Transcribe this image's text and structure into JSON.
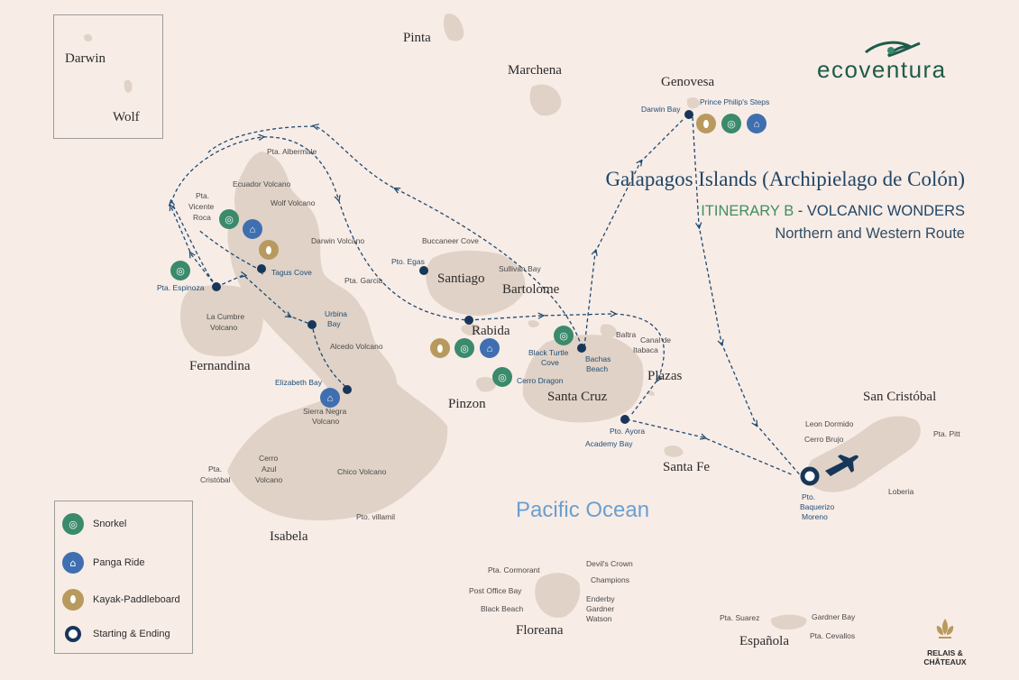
{
  "brand": {
    "logo_text": "ecoventura",
    "colors": {
      "island": "#e0d2c6",
      "route": "#1c4a72",
      "snorkel": "#3a8a6c",
      "panga": "#3f6fb0",
      "kayak": "#b89a5e",
      "start": "#17365a"
    }
  },
  "heading": {
    "title": "Galapagos Islands (Archipielago de Colón)",
    "itinerary_lead": "ITINERARY B",
    "itinerary_rest": " - VOLCANIC WONDERS",
    "route": "Northern and Western Route"
  },
  "ocean_label": "Pacific Ocean",
  "inset": {
    "darwin": "Darwin",
    "wolf": "Wolf"
  },
  "islands": {
    "pinta": "Pinta",
    "marchena": "Marchena",
    "genovesa": "Genovesa",
    "fernandina": "Fernandina",
    "isabela": "Isabela",
    "santiago": "Santiago",
    "bartolome": "Bartolome",
    "rabida": "Rabida",
    "pinzon": "Pinzon",
    "santa_cruz": "Santa Cruz",
    "plazas": "Plazas",
    "santa_fe": "Santa Fe",
    "san_cristobal": "San Cristóbal",
    "floreana": "Floreana",
    "espanola": "Española"
  },
  "places": {
    "pta_albermale": "Pta. Albermale",
    "ecuador_volcano": "Ecuador Volcano",
    "wolf_volcano": "Wolf Volcano",
    "pta": "Pta.",
    "vicente": "Vicente",
    "roca": "Roca",
    "darwin_volcano": "Darwin Volcano",
    "pta_garcia": "Pta. Garcia",
    "la_cumbre": "La Cumbre",
    "volcano": "Volcano",
    "alcedo_volcano": "Alcedo Volcano",
    "sierra_negra": "Sierra Negra",
    "cerro": "Cerro",
    "azul": "Azul",
    "cristobal": "Cristóbal",
    "chico_volcano": "Chico Volcano",
    "pto_villamil": "Pto. villamil",
    "buccaneer_cove": "Buccaneer Cove",
    "sullivan_bay": "Sullivan Bay",
    "baltra": "Baltra",
    "canal_de": "Canal de",
    "itabaca": "Itabaca",
    "leon_dormido": "Leon Dormido",
    "cerro_brujo": "Cerro Brujo",
    "pta_pitt": "Pta. Pitt",
    "loberia": "Loberia",
    "pta_cormorant": "Pta. Cormorant",
    "devils_crown": "Devil's Crown",
    "champions": "Champions",
    "post_office_bay": "Post Office Bay",
    "enderby": "Enderby",
    "gardner": "Gardner",
    "watson": "Watson",
    "black_beach": "Black Beach",
    "pta_suarez": "Pta. Suarez",
    "gardner_bay": "Gardner Bay",
    "pta_cevallos": "Pta. Cevallos"
  },
  "stops": {
    "darwin_bay": "Darwin Bay",
    "prince_philips": "Prince Philip's Steps",
    "tagus_cove": "Tagus Cove",
    "pta_espinoza": "Pta. Espinoza",
    "urbina": "Urbina",
    "bay": "Bay",
    "elizabeth_bay": "Elizabeth Bay",
    "pto_egas": "Pto. Egas",
    "black_turtle": "Black Turtle",
    "cove": "Cove",
    "bachas": "Bachas",
    "beach": "Beach",
    "cerro_dragon": "Cerro Dragon",
    "pto_ayora": "Pto. Ayora",
    "academy_bay": "Academy Bay",
    "pto": "Pto.",
    "baquerizo": "Baquerizo",
    "moreno": "Moreno"
  },
  "legend": [
    {
      "icon": "snorkel-icon",
      "label": "Snorkel"
    },
    {
      "icon": "panga-icon",
      "label": "Panga Ride"
    },
    {
      "icon": "kayak-icon",
      "label": "Kayak-Paddleboard"
    },
    {
      "icon": "start-end-icon",
      "label": "Starting & Ending"
    }
  ],
  "relais": {
    "line1": "RELAIS &",
    "line2": "CHÂTEAUX"
  }
}
